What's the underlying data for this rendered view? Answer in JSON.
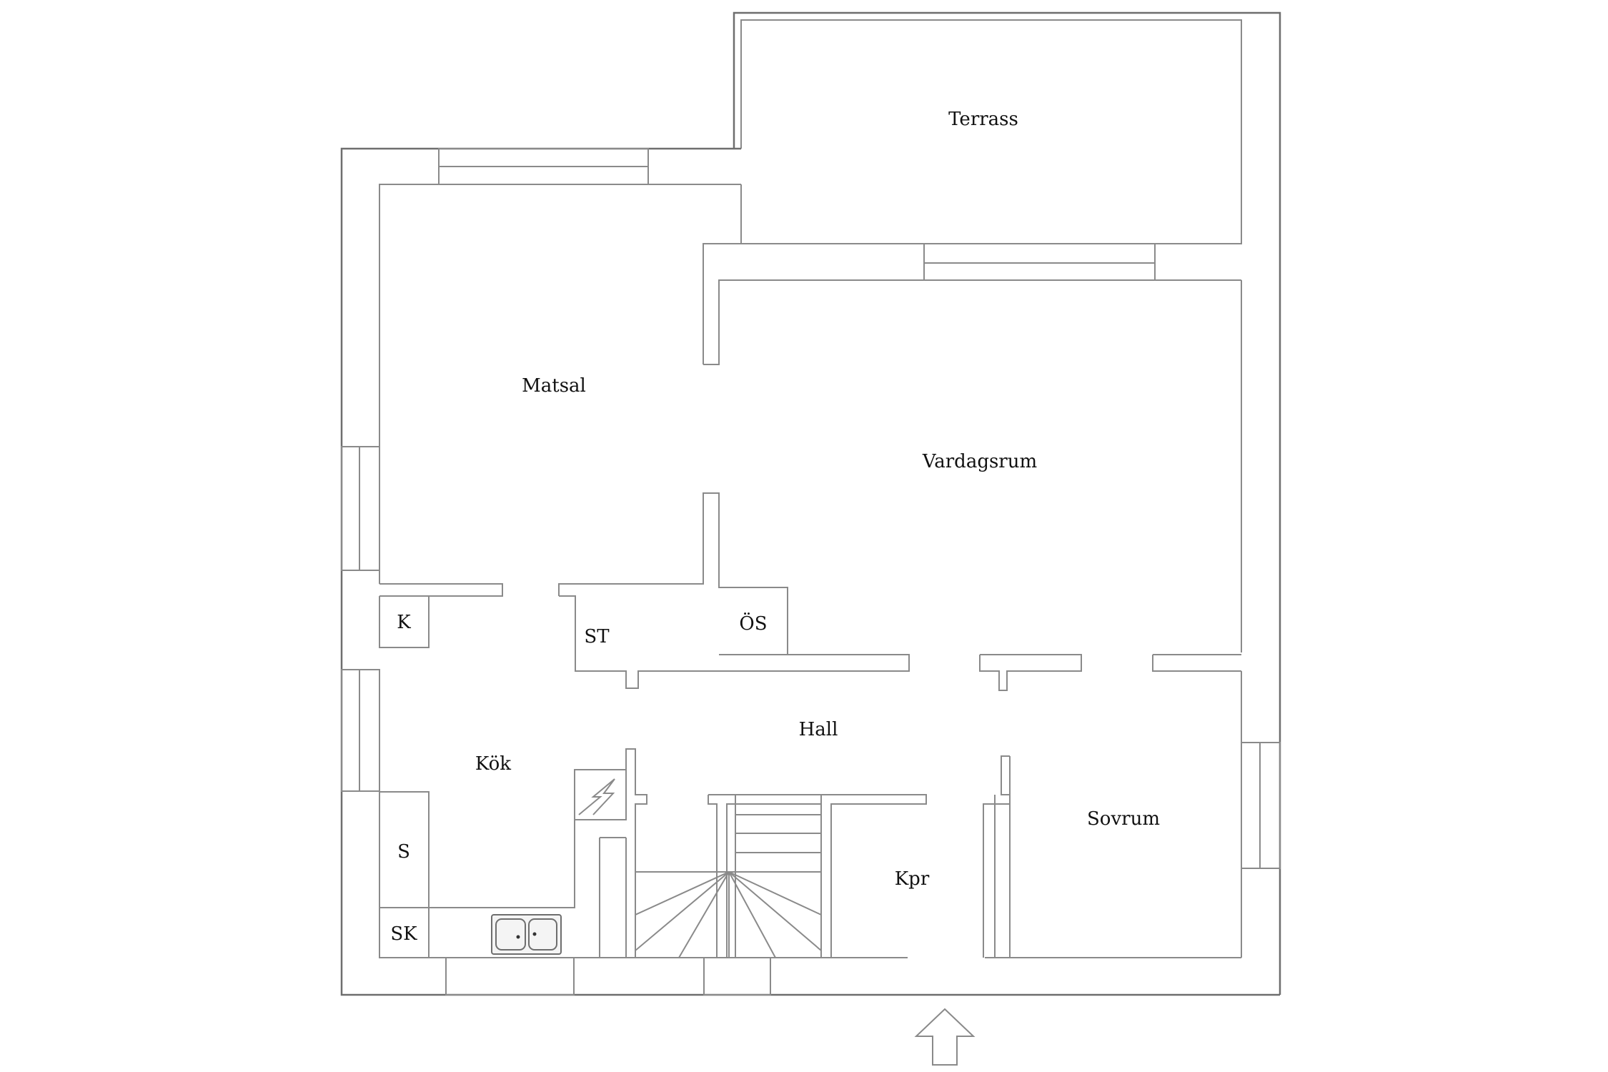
{
  "rooms": {
    "terrass": "Terrass",
    "matsal": "Matsal",
    "vardagsrum": "Vardagsrum",
    "k": "K",
    "st": "ST",
    "os": "ÖS",
    "hall": "Hall",
    "kok": "Kök",
    "sovrum": "Sovrum",
    "s": "S",
    "kpr": "Kpr",
    "sk": "SK"
  },
  "colors": {
    "background": "#ffffff",
    "wall": "#8a8a8a",
    "text": "#111111"
  },
  "icons": {
    "entrance": "up-arrow-icon",
    "chimney": "zigzag-icon",
    "sink": "double-sink-icon"
  }
}
